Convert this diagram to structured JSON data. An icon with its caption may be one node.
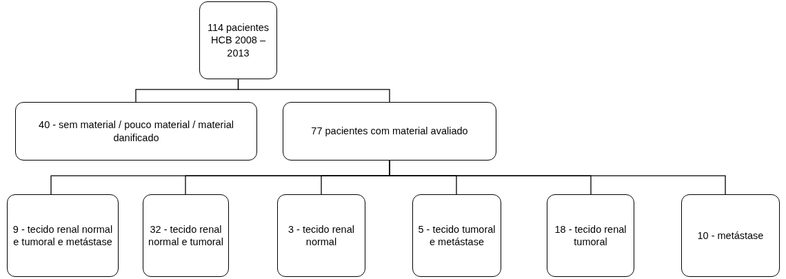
{
  "diagram": {
    "nodes": [
      {
        "text": [
          "114 pacientes HCB 2008 – 2013"
        ]
      },
      {
        "text": [
          "40 - sem material / pouco material / material danificado"
        ]
      },
      {
        "text": [
          "77 pacientes com material avaliado"
        ]
      },
      {
        "text": [
          "9 - tecido renal normal e tumoral e metástase"
        ]
      },
      {
        "text": [
          "32 - tecido renal normal e tumoral"
        ]
      },
      {
        "text": [
          "3 - tecido renal normal"
        ]
      },
      {
        "text": [
          "5 - tecido tumoral e metástase"
        ]
      },
      {
        "text": [
          "18 - tecido renal tumoral"
        ]
      },
      {
        "text": [
          "10 - metástase"
        ]
      }
    ],
    "edges": [
      {
        "from": 0,
        "to": 1,
        "arrow": "none"
      },
      {
        "from": 0,
        "to": 2,
        "arrow": "none"
      },
      {
        "from": 2,
        "to": 3,
        "arrow": "none"
      },
      {
        "from": 2,
        "to": 4,
        "arrow": "none"
      },
      {
        "from": 2,
        "to": 5,
        "arrow": "none"
      },
      {
        "from": 2,
        "to": 6,
        "arrow": "none"
      },
      {
        "from": 2,
        "to": 7,
        "arrow": "none"
      },
      {
        "from": 2,
        "to": 8,
        "arrow": "none"
      }
    ]
  }
}
